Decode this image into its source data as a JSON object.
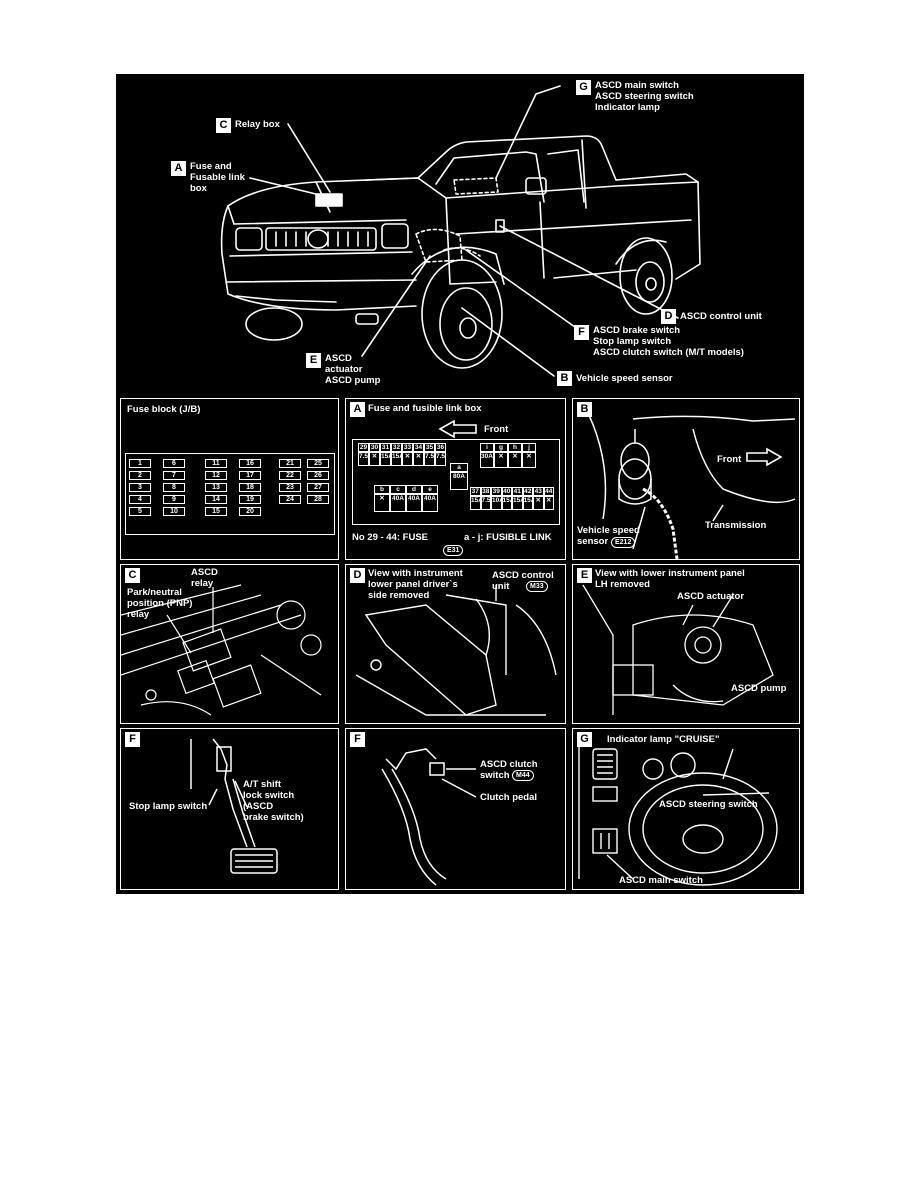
{
  "overview": {
    "callouts": {
      "A": {
        "letter": "A",
        "text": "Fuse and\nFusable link\nbox"
      },
      "C": {
        "letter": "C",
        "text": "Relay box"
      },
      "G": {
        "letter": "G",
        "text": "ASCD main switch\nASCD steering switch\nIndicator lamp"
      },
      "D": {
        "letter": "D",
        "text": "ASCD control unit"
      },
      "F": {
        "letter": "F",
        "text": "ASCD brake switch\nStop lamp switch\nASCD clutch switch (M/T models)"
      },
      "E": {
        "letter": "E",
        "text": "ASCD\nactuator\nASCD pump"
      },
      "B": {
        "letter": "B",
        "text": "Vehicle speed sensor"
      }
    }
  },
  "fuse_block": {
    "title": "Fuse block (J/B)",
    "columns": [
      [
        "1",
        "2",
        "3",
        "4",
        "5"
      ],
      [
        "6",
        "7",
        "8",
        "9",
        "10"
      ],
      [
        "11",
        "12",
        "13",
        "14",
        "15"
      ],
      [
        "16",
        "17",
        "18",
        "19",
        "20"
      ],
      [
        "21",
        "22",
        "23",
        "24"
      ],
      [
        "25",
        "26",
        "27",
        "28"
      ]
    ]
  },
  "panel_a": {
    "letter": "A",
    "title": "Fuse and fusible link box",
    "front": "Front",
    "top_fuses": [
      "29",
      "30",
      "31",
      "32",
      "33",
      "34",
      "35",
      "36"
    ],
    "top_ratings": [
      "7.5A",
      "",
      "15A",
      "15A",
      "",
      "",
      "7.5A",
      "7.5A"
    ],
    "link_a_label": "a",
    "link_a_rating": "80A",
    "upper_links": [
      "i",
      "g",
      "h",
      "j"
    ],
    "upper_link_rating": "30A",
    "lower_links": [
      "b",
      "c",
      "d",
      "e"
    ],
    "lower_link_ratings": [
      "",
      "40A",
      "40A",
      "40A"
    ],
    "bottom_fuses": [
      "37",
      "38",
      "39",
      "40",
      "41",
      "42",
      "43",
      "44"
    ],
    "bottom_ratings": [
      "15A",
      "7.5A",
      "10A",
      "15A",
      "15A",
      "15A",
      "",
      ""
    ],
    "fuse_label": "No 29 - 44:  FUSE",
    "link_label": "a - j:  FUSIBLE LINK",
    "connector": "E31"
  },
  "panel_b": {
    "letter": "B",
    "front": "Front",
    "transmission": "Transmission",
    "sensor": "Vehicle speed\nsensor",
    "connector": "E212"
  },
  "panel_c": {
    "letter": "C",
    "relay": "ASCD\nrelay",
    "pnp": "Park/neutral\nposition (PNP)\nrelay"
  },
  "panel_d": {
    "letter": "D",
    "view": "View with instrument\nlower panel driver`s\nside removed",
    "unit": "ASCD control\nunit",
    "connector": "M33"
  },
  "panel_e": {
    "letter": "E",
    "view": "View with lower instrument panel\nLH removed",
    "actuator": "ASCD actuator",
    "pump": "ASCD pump"
  },
  "panel_f1": {
    "letter": "F",
    "stop": "Stop lamp switch",
    "at": "A/T shift\nlock switch\n(ASCD\nbrake switch)"
  },
  "panel_f2": {
    "letter": "F",
    "clutch_switch": "ASCD clutch\nswitch",
    "connector": "M44",
    "pedal": "Clutch pedal"
  },
  "panel_g": {
    "letter": "G",
    "lamp": "Indicator lamp \"CRUISE\"",
    "steering": "ASCD steering switch",
    "main": "ASCD main switch"
  }
}
